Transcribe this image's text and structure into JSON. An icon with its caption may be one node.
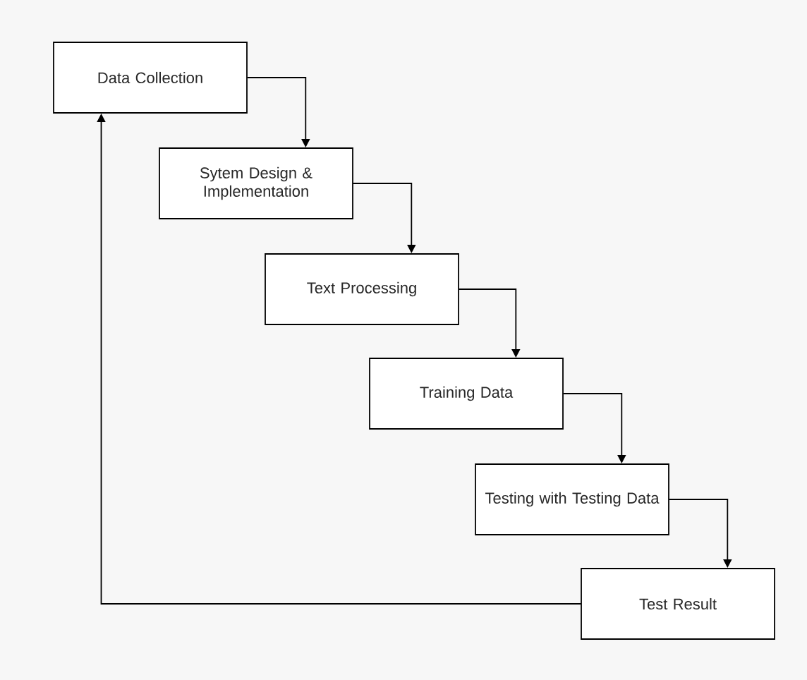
{
  "diagram": {
    "nodes": [
      {
        "text": [
          "Data Collection"
        ]
      },
      {
        "text": [
          "Sytem Design & Implementation"
        ]
      },
      {
        "text": [
          "Text Processing"
        ]
      },
      {
        "text": [
          "Training Data"
        ]
      },
      {
        "text": [
          "Testing with Testing Data"
        ]
      },
      {
        "text": [
          "Test Result"
        ]
      }
    ],
    "edges": [
      {
        "from": 0,
        "to": 1,
        "arrow": "to"
      },
      {
        "from": 1,
        "to": 2,
        "arrow": "to"
      },
      {
        "from": 2,
        "to": 3,
        "arrow": "to"
      },
      {
        "from": 3,
        "to": 4,
        "arrow": "to"
      },
      {
        "from": 4,
        "to": 5,
        "arrow": "to"
      },
      {
        "from": 5,
        "to": 0,
        "arrow": "to"
      }
    ]
  }
}
